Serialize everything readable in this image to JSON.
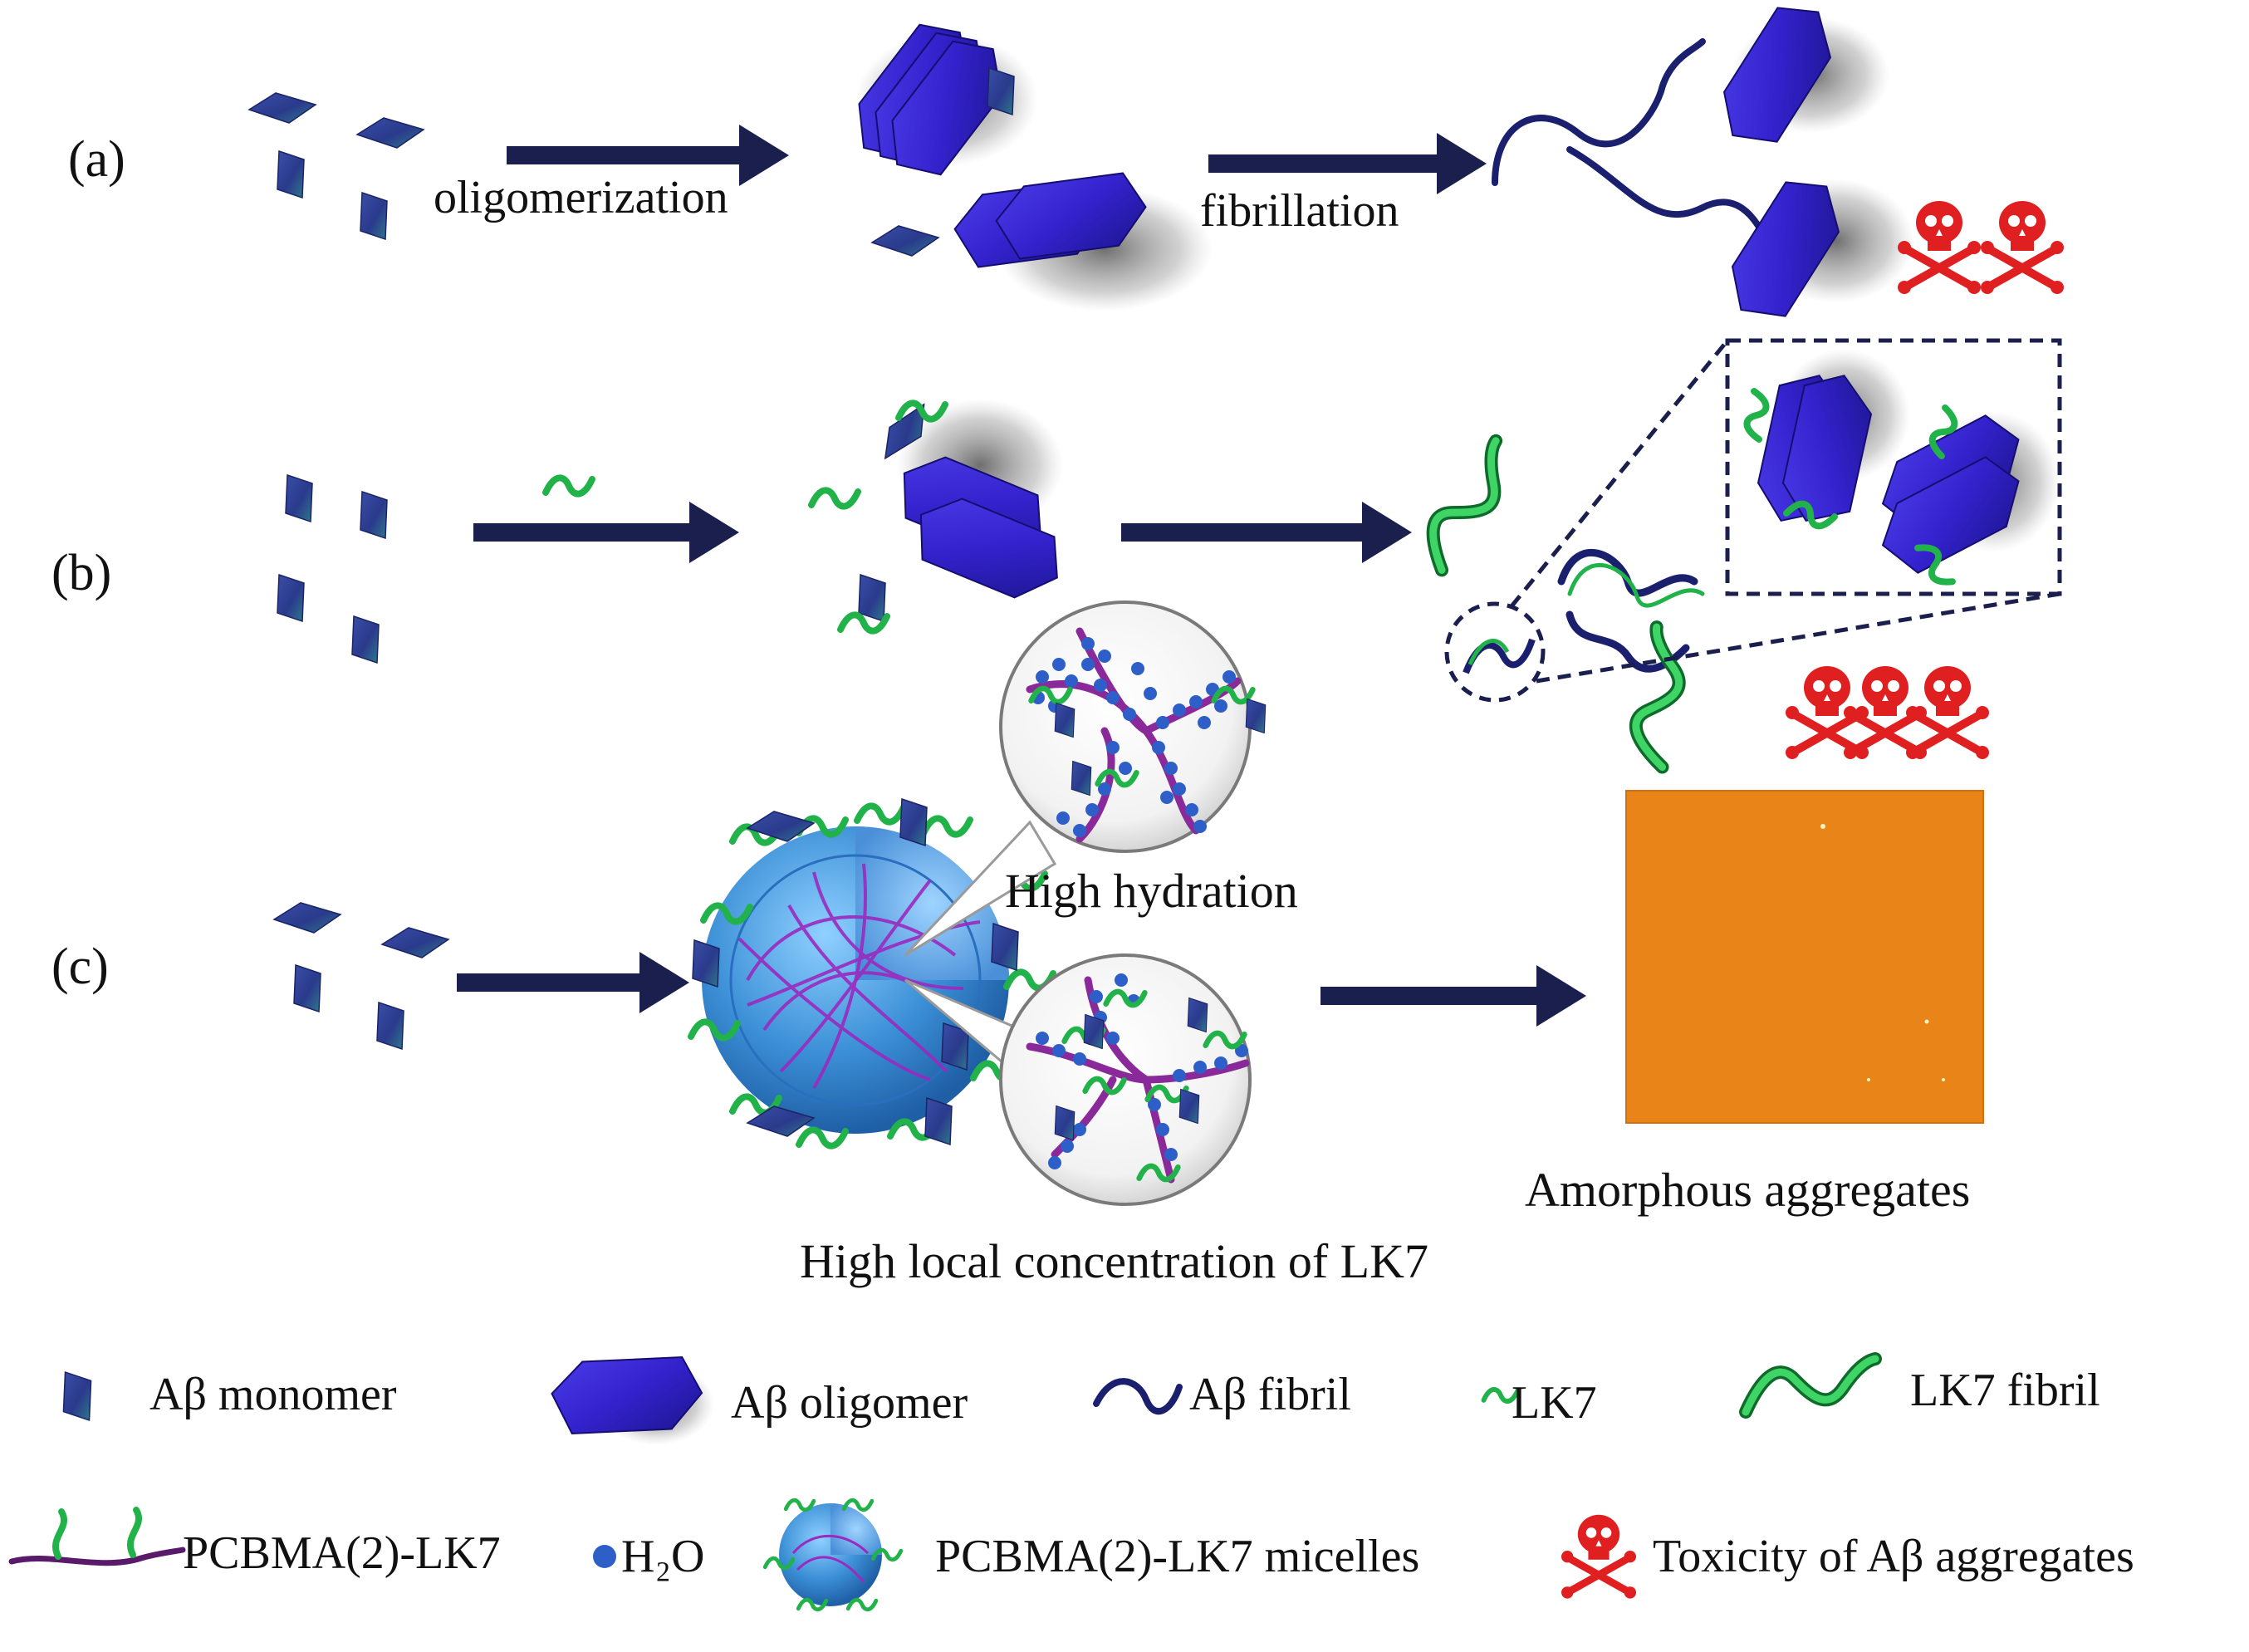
{
  "rows": {
    "a": {
      "label": "(a)",
      "step1": "oligomerization",
      "step2": "fibrillation"
    },
    "b": {
      "label": "(b)"
    },
    "c": {
      "label": "(c)",
      "hydration_label": "High hydration",
      "concentration_label": "High local concentration of LK7",
      "result_label": "Amorphous aggregates"
    }
  },
  "legend": {
    "monomer": "Aβ monomer",
    "oligomer": "Aβ oligomer",
    "fibril": "Aβ fibril",
    "lk7": "LK7",
    "lk7_fibril": "LK7 fibril",
    "pcbma": "PCBMA(2)-LK7",
    "water": "H₂O",
    "micelles": "PCBMA(2)-LK7 micelles",
    "toxicity": "Toxicity of Aβ aggregates"
  },
  "colors": {
    "monomer": "#2a3a8c",
    "oligomer": "#3322cc",
    "arrow": "#1a1f4e",
    "lk7": "#22b24a",
    "skull": "#e02020",
    "micelle": "#3b8fd6",
    "polymer": "#8a2a9a",
    "water": "#2e5fc8",
    "afm": "#e98419"
  }
}
